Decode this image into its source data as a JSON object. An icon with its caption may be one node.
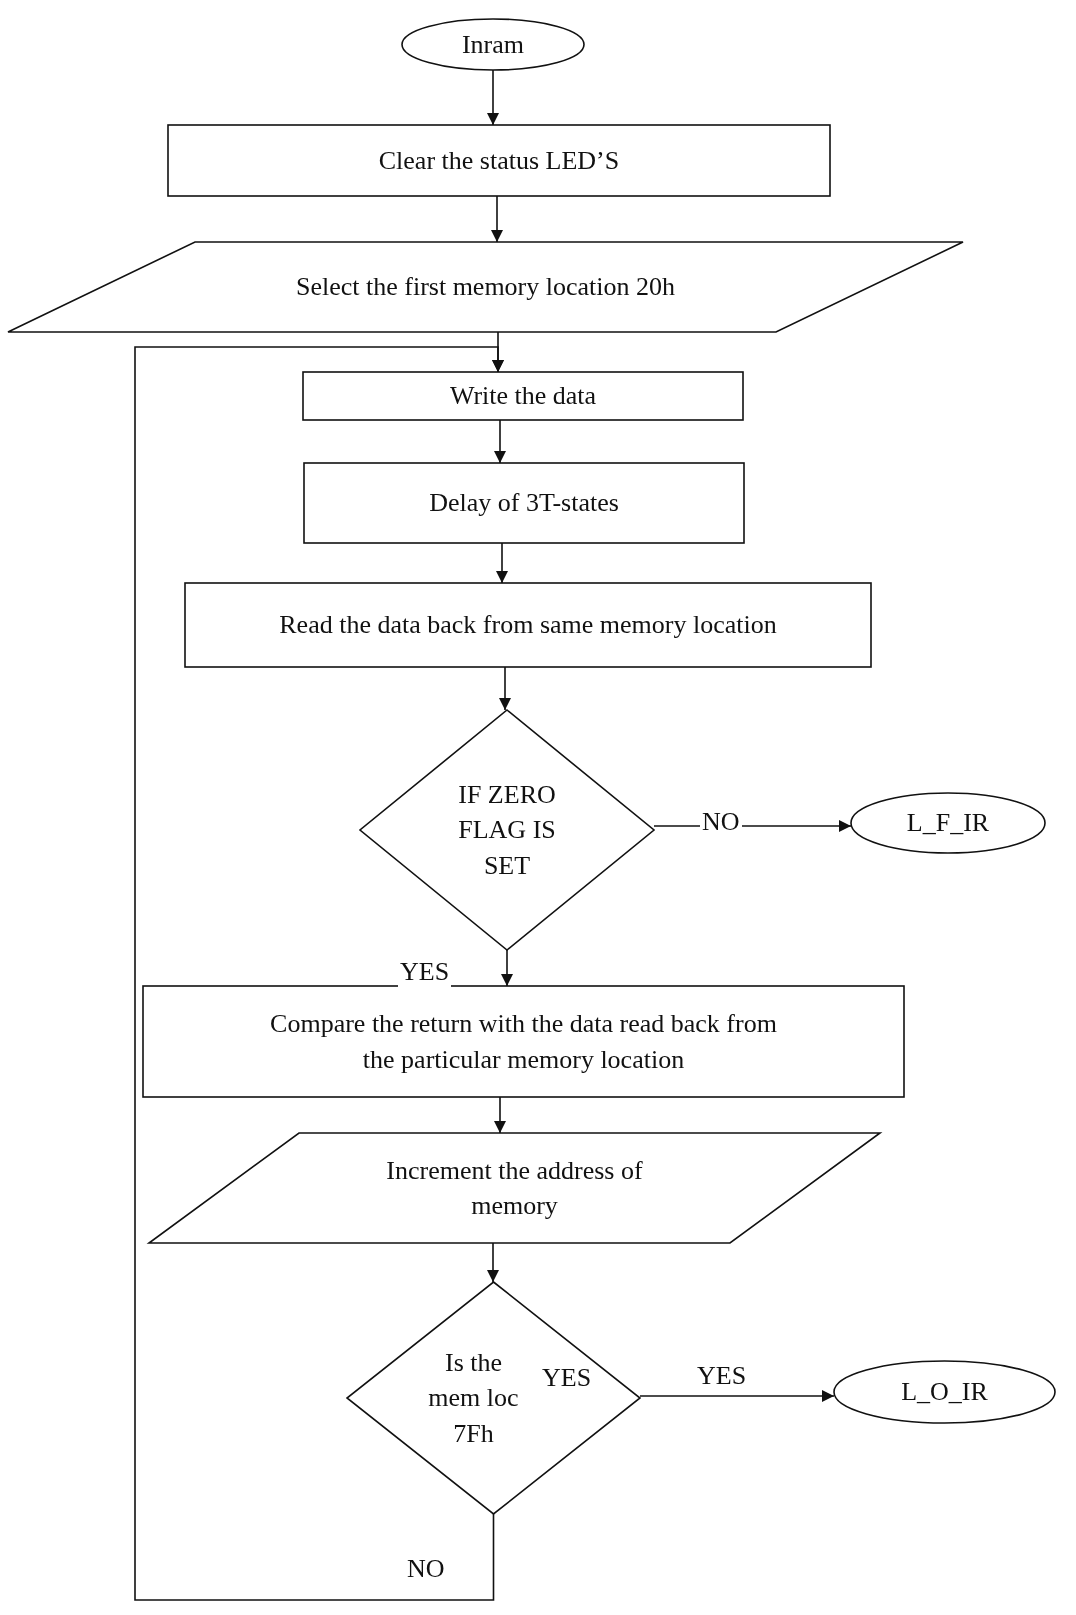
{
  "diagram": {
    "nodes": [
      {
        "text": [
          "Inram"
        ]
      },
      {
        "text": [
          "Clear the status LED’S"
        ]
      },
      {
        "text": [
          "Select the first memory location 20h"
        ]
      },
      {
        "text": [
          "Write the data"
        ]
      },
      {
        "text": [
          "Delay of 3T-states"
        ]
      },
      {
        "text": [
          "Read the data back from same memory location"
        ]
      },
      {
        "text": [
          "IF ZERO FLAG IS SET"
        ]
      },
      {
        "text": [
          "L_F_IR"
        ]
      },
      {
        "text": [
          "Compare the return with the data read back from the particular memory location"
        ]
      },
      {
        "text": [
          "Increment the address of memory"
        ]
      },
      {
        "text": [
          "Is the mem loc 7Fh"
        ]
      },
      {
        "text": [
          "L_O_IR"
        ]
      }
    ],
    "edges": [
      {
        "from": 0,
        "to": 1,
        "arrow": "to"
      },
      {
        "from": 1,
        "to": 2,
        "arrow": "to"
      },
      {
        "from": 2,
        "to": 3,
        "arrow": "to"
      },
      {
        "from": 3,
        "to": 4,
        "arrow": "to"
      },
      {
        "from": 4,
        "to": 5,
        "arrow": "to"
      },
      {
        "from": 5,
        "to": 6,
        "arrow": "to"
      },
      {
        "from": 6,
        "to": 7,
        "arrow": "to",
        "label": "NO"
      },
      {
        "from": 6,
        "to": 8,
        "arrow": "to",
        "label": "YES"
      },
      {
        "from": 8,
        "to": 9,
        "arrow": "to"
      },
      {
        "from": 9,
        "to": 10,
        "arrow": "to"
      },
      {
        "from": 10,
        "to": 11,
        "arrow": "to",
        "label": "YES"
      },
      {
        "from": 10,
        "to": 3,
        "arrow": "to",
        "label": "NO"
      }
    ],
    "labels": [
      "YES"
    ]
  }
}
